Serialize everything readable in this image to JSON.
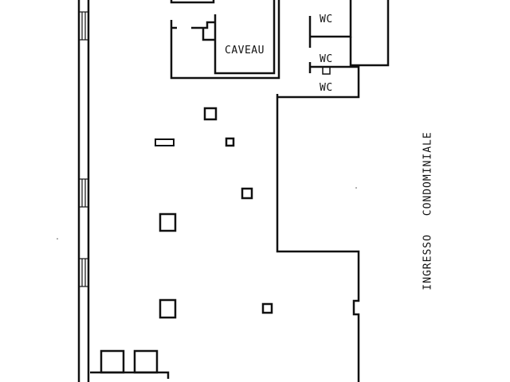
{
  "rooms": {
    "caveau": "CAVEAU",
    "wc_1": "WC",
    "wc_2": "WC",
    "wc_3": "WC"
  },
  "entrance_label": "INGRESSO CONDOMINIALE",
  "colors": {
    "line": "#111111",
    "background": "#ffffff"
  }
}
